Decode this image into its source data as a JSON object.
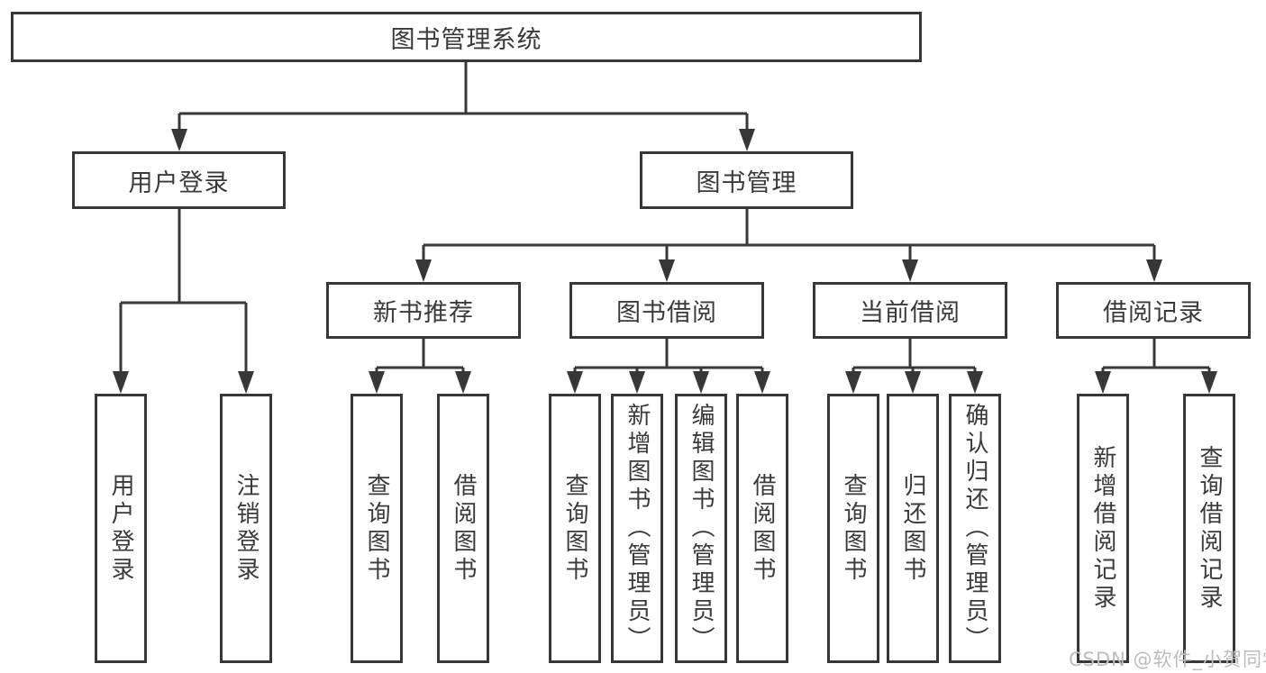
{
  "page": {
    "watermark": "CSDN @软件_小贺同学",
    "colors": {
      "line": "#373737",
      "box_border": "#373737",
      "box_fill": "#ffffff",
      "text": "#3a3a3a",
      "watermark_text": "#bcbcbc",
      "background": "#ffffff"
    }
  },
  "tree": {
    "label": "图书管理系统",
    "children": [
      {
        "label": "用户登录",
        "children": [
          {
            "label": "用户登录"
          },
          {
            "label": "注销登录"
          }
        ]
      },
      {
        "label": "图书管理",
        "children": [
          {
            "label": "新书推荐",
            "children": [
              {
                "label": "查询图书"
              },
              {
                "label": "借阅图书"
              }
            ]
          },
          {
            "label": "图书借阅",
            "children": [
              {
                "label": "查询图书"
              },
              {
                "label": "新增图书（管理员）"
              },
              {
                "label": "编辑图书（管理员）"
              },
              {
                "label": "借阅图书"
              }
            ]
          },
          {
            "label": "当前借阅",
            "children": [
              {
                "label": "查询图书"
              },
              {
                "label": "归还图书"
              },
              {
                "label": "确认归还（管理员）"
              }
            ]
          },
          {
            "label": "借阅记录",
            "children": [
              {
                "label": "新增借阅记录"
              },
              {
                "label": "查询借阅记录"
              }
            ]
          }
        ]
      }
    ]
  }
}
